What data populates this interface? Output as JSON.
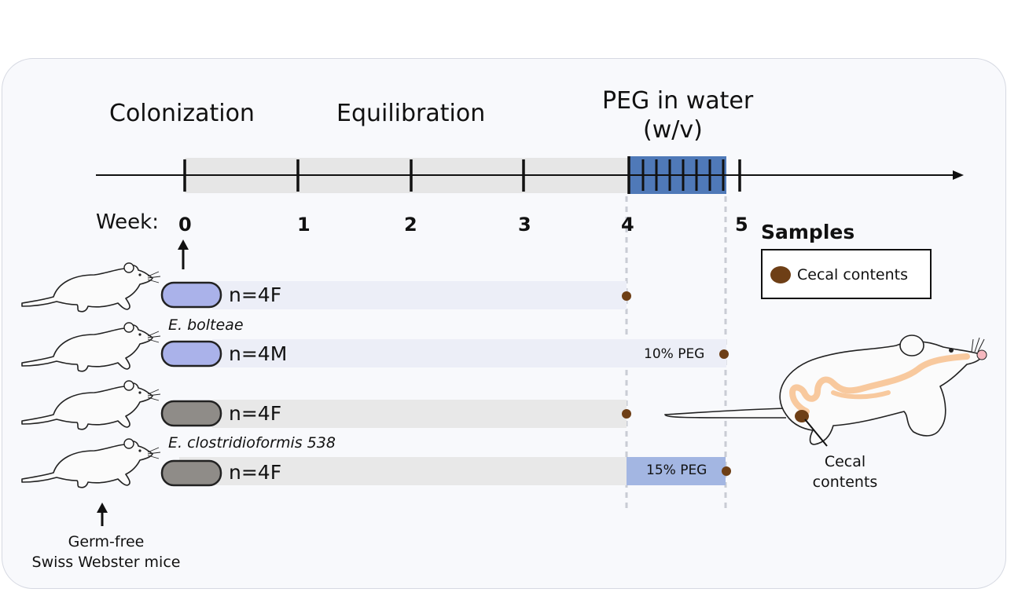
{
  "phases": {
    "colonization": "Colonization",
    "equilibration": "Equilibration",
    "peg_line1": "PEG in water",
    "peg_line2": "(w/v)"
  },
  "timeline": {
    "week_label": "Week:",
    "weeks": [
      "0",
      "1",
      "2",
      "3",
      "4",
      "5"
    ]
  },
  "groups": [
    {
      "n": "n=4F"
    },
    {
      "n": "n=4M",
      "treatment": "10% PEG"
    },
    {
      "n": "n=4F"
    },
    {
      "n": "n=4F",
      "treatment": "15% PEG"
    }
  ],
  "organisms": [
    "E. bolteae",
    "E. clostridioformis 538"
  ],
  "mice_label": [
    "Germ-free",
    "Swiss Webster mice"
  ],
  "samples": {
    "title": "Samples",
    "legend_item": "Cecal contents",
    "annotation": [
      "Cecal",
      "contents"
    ]
  },
  "colors": {
    "bolteae_capsule": "#aab2ea",
    "clostridioformis_capsule": "#8f8c88",
    "peg_block": "#4f79b8",
    "peg15_bar": "#a3b6e2",
    "sample_dot": "#6e3f16",
    "equilibration_band": "#e6e6e6",
    "gut_tract": "#f8c99e"
  }
}
